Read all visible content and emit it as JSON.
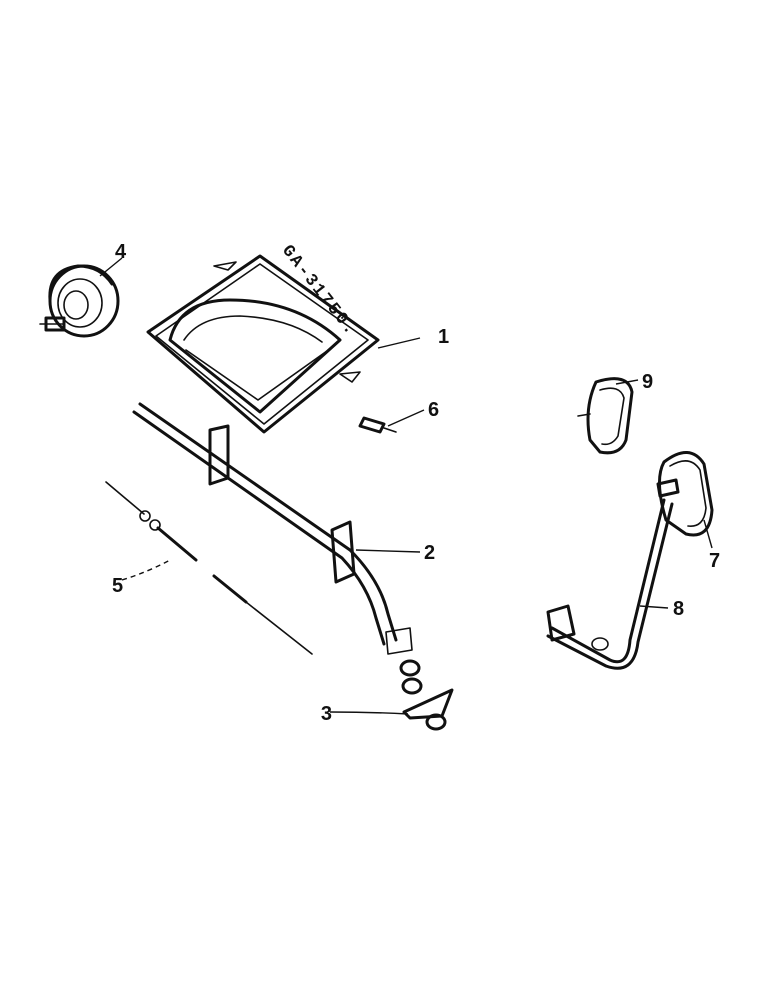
{
  "drawing": {
    "reference": "GA-31750.",
    "callouts": [
      {
        "id": "callout-1",
        "text": "1"
      },
      {
        "id": "callout-2",
        "text": "2"
      },
      {
        "id": "callout-3",
        "text": "3"
      },
      {
        "id": "callout-4",
        "text": "4"
      },
      {
        "id": "callout-5",
        "text": "5"
      },
      {
        "id": "callout-6",
        "text": "6"
      },
      {
        "id": "callout-7",
        "text": "7"
      },
      {
        "id": "callout-8",
        "text": "8"
      },
      {
        "id": "callout-9",
        "text": "9"
      }
    ]
  }
}
